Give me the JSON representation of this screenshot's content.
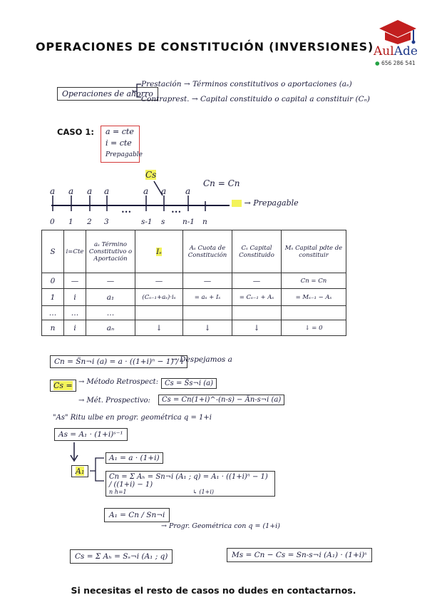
{
  "title": "OPERACIONES DE CONSTITUCIÓN (INVERSIONES)",
  "logo": {
    "text_a": "Aul",
    "text_b": "Ade",
    "phone": "656 286 541"
  },
  "intro": {
    "box": "Operaciones de ahorro",
    "branch1": "Prestación → Términos constitutivos o aportaciones (aₛ)",
    "branch2": "Contraprest. → Capital constituido o capital a constituir (Cₙ)"
  },
  "caso1": {
    "label": "CASO 1:",
    "lines": [
      "a = cte",
      "i = cte",
      "Prepagable"
    ]
  },
  "timeline": {
    "cs": "Cs",
    "cn_eq": "Cn = Cn",
    "legend": "→ Prepagable",
    "a_label": "a",
    "ticks": [
      "0",
      "1",
      "2",
      "3",
      "•••",
      "s-1",
      "s",
      "•••",
      "n-1",
      "n"
    ]
  },
  "table": {
    "headers": [
      "S",
      "i=Cte",
      "aₛ Término Constitutivo o Aportación",
      "Iₛ",
      "Aₛ Cuota de Constitución",
      "Cₛ Capital Constituido",
      "Mₛ Capital pdte de constituir"
    ],
    "rows": [
      [
        "0",
        "—",
        "—",
        "—",
        "—",
        "—",
        "Cn = Cn"
      ],
      [
        "1",
        "i",
        "a₁",
        "(Cₛ₋₁+aₛ)·iₛ",
        "= aₛ + Iₛ",
        "= Cₛ₋₁ + Aₛ",
        "= Mₛ₋₁ − Aₛ"
      ],
      [
        "…",
        "…",
        "…",
        "",
        "",
        "",
        ""
      ],
      [
        "n",
        "i",
        "aₙ",
        "↓",
        "↓",
        "↓",
        "↓ = 0"
      ]
    ]
  },
  "formulas": {
    "f1": "Cn = S̈n¬i (a) = a · ((1+i)ⁿ − 1) / i",
    "f1_note": "→ Despejamos a",
    "f2_box": "Cs =",
    "f2_retro_label": "→ Método Retrospect:",
    "f2_retro": "Cs = S̈s¬i (a)",
    "f2_prosp_label": "→ Mét. Prospectivo:",
    "f2_prosp": "Cs = Cn(1+i)^-(n-s) − Än-s¬i (a)",
    "f3_note": "\"As\" Ritu ulbe en progr. geométrica  q = 1+i",
    "f3": "As = A₁ · (1+i)ˢ⁻¹",
    "f4_box": "A₁",
    "f4a": "A₁ = a · (1+i)",
    "f4b": "Cn = Σ Aₕ = Sn¬i (A₁ ; q) = A₁ · ((1+i)ⁿ − 1) / ((1+i) − 1)",
    "f4b_sum": "n  h=1",
    "f4b_note": "↳ (1+i)",
    "f5": "A₁ = Cn / Sn¬i",
    "f5_note": "→ Progr. Geométrica con q = (1+i)",
    "f6": "Cs = Σ Aₕ = Sₛ¬i (A₁ ; q)",
    "f7": "Ms = Cn − Cs = Sn-s¬i (A₁) · (1+i)ˢ"
  },
  "footer": "Si necesitas el resto de casos no dudes en contactarnos.",
  "colors": {
    "highlight": "#f3f35a",
    "caso_box": "#d43a3a",
    "logo_red": "#b01818",
    "logo_blue": "#1f3a8a"
  }
}
